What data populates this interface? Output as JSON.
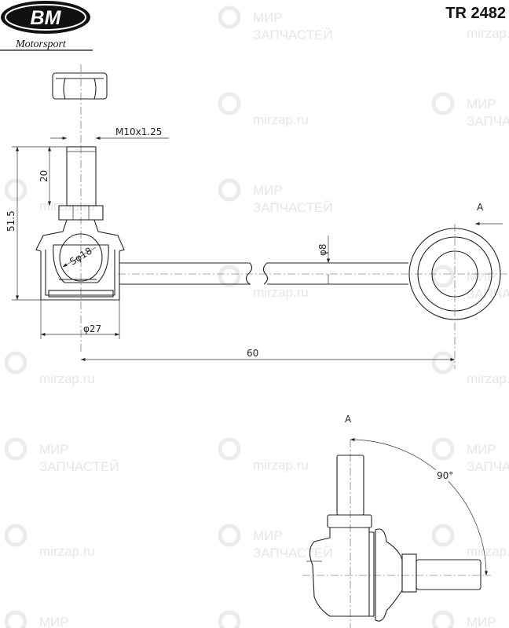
{
  "logo": {
    "brand": "BM",
    "sub": "Motorsport"
  },
  "part_number": "TR 2482",
  "watermark": {
    "line1": "МИР",
    "line2": "ЗАПЧАСТЕЙ",
    "url": "mirzap.ru"
  },
  "dimensions": {
    "thread": "M10x1.25",
    "stud_length": "20",
    "total_height": "51.5",
    "ball": "Sφ18",
    "rod_dia": "φ8",
    "housing_dia": "φ27",
    "length": "60",
    "view_label": "A",
    "angle": "90°"
  }
}
